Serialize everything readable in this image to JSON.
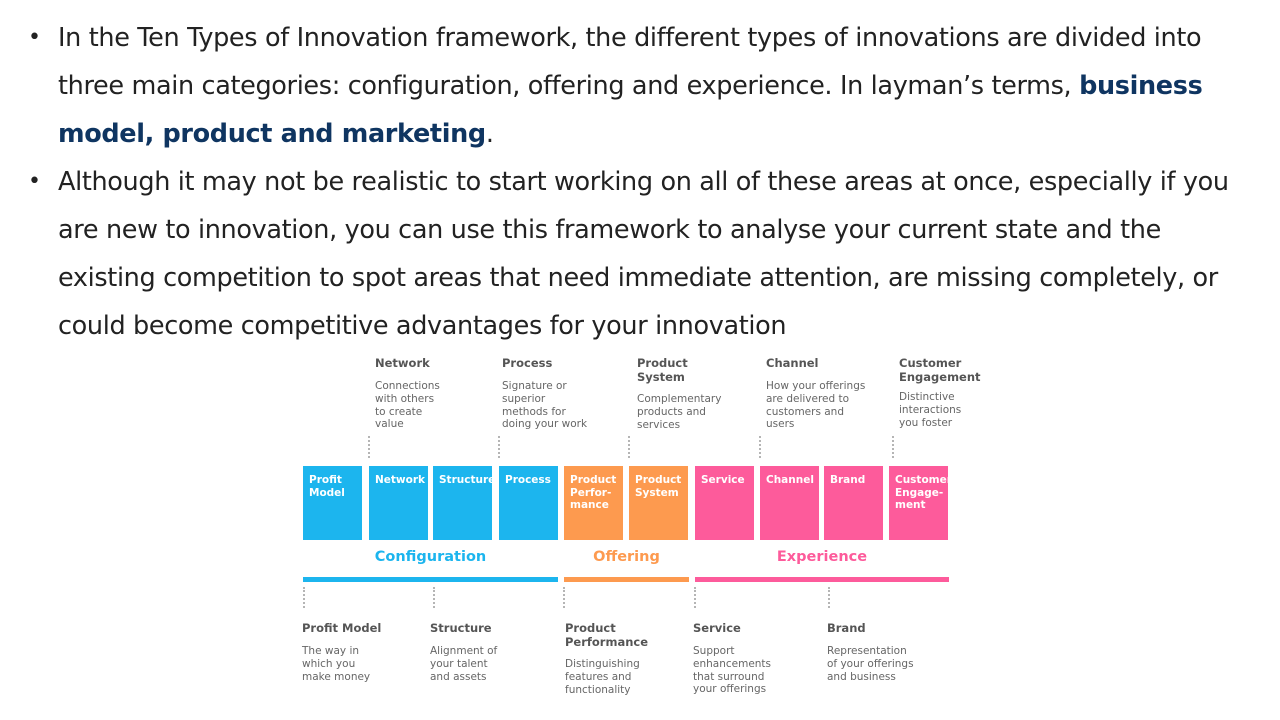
{
  "bullets": [
    {
      "before": "In the Ten Types of Innovation framework, the different types of innovations are divided into three main categories: configuration, offering and experience. In layman’s terms, ",
      "highlight": "business model, product and marketing",
      "after": "."
    },
    {
      "text": "Although it may not be realistic to start working on all of these areas at once, especially if you are new to innovation, you can use this framework to analyse your current state and the existing competition to spot areas that need immediate attention, are missing completely, or could become competitive advantages for your innovation"
    }
  ],
  "diagram": {
    "boxes": [
      {
        "label": "Profit\nModel",
        "category": "configuration"
      },
      {
        "label": "Network",
        "category": "configuration"
      },
      {
        "label": "Structure",
        "category": "configuration"
      },
      {
        "label": "Process",
        "category": "configuration"
      },
      {
        "label": "Product\nPerfor-\nmance",
        "category": "offering"
      },
      {
        "label": "Product\nSystem",
        "category": "offering"
      },
      {
        "label": "Service",
        "category": "experience"
      },
      {
        "label": "Channel",
        "category": "experience"
      },
      {
        "label": "Brand",
        "category": "experience"
      },
      {
        "label": "Customer\nEngage-\nment",
        "category": "experience"
      }
    ],
    "categories": [
      {
        "name": "Configuration",
        "color": "#1cb5ee"
      },
      {
        "name": "Offering",
        "color": "#fd9a4f"
      },
      {
        "name": "Experience",
        "color": "#fd5b9b"
      }
    ],
    "top_labels": [
      {
        "title": "Network",
        "desc": "Connections\nwith others\nto create\nvalue"
      },
      {
        "title": "Process",
        "desc": "Signature or\nsuperior\nmethods for\ndoing your work"
      },
      {
        "title": "Product\nSystem",
        "desc": "Complementary\nproducts and\nservices"
      },
      {
        "title": "Channel",
        "desc": "How your offerings\nare delivered to\ncustomers and\nusers"
      },
      {
        "title": "Customer\nEngagement",
        "desc": "Distinctive\ninteractions\nyou foster"
      }
    ],
    "bottom_labels": [
      {
        "title": "Profit Model",
        "desc": "The way in\nwhich you\nmake money"
      },
      {
        "title": "Structure",
        "desc": "Alignment of\nyour talent\nand assets"
      },
      {
        "title": "Product\nPerformance",
        "desc": "Distinguishing\nfeatures and\nfunctionality"
      },
      {
        "title": "Service",
        "desc": "Support\nenhancements\nthat surround\nyour offerings"
      },
      {
        "title": "Brand",
        "desc": "Representation\nof your offerings\nand business"
      }
    ]
  }
}
